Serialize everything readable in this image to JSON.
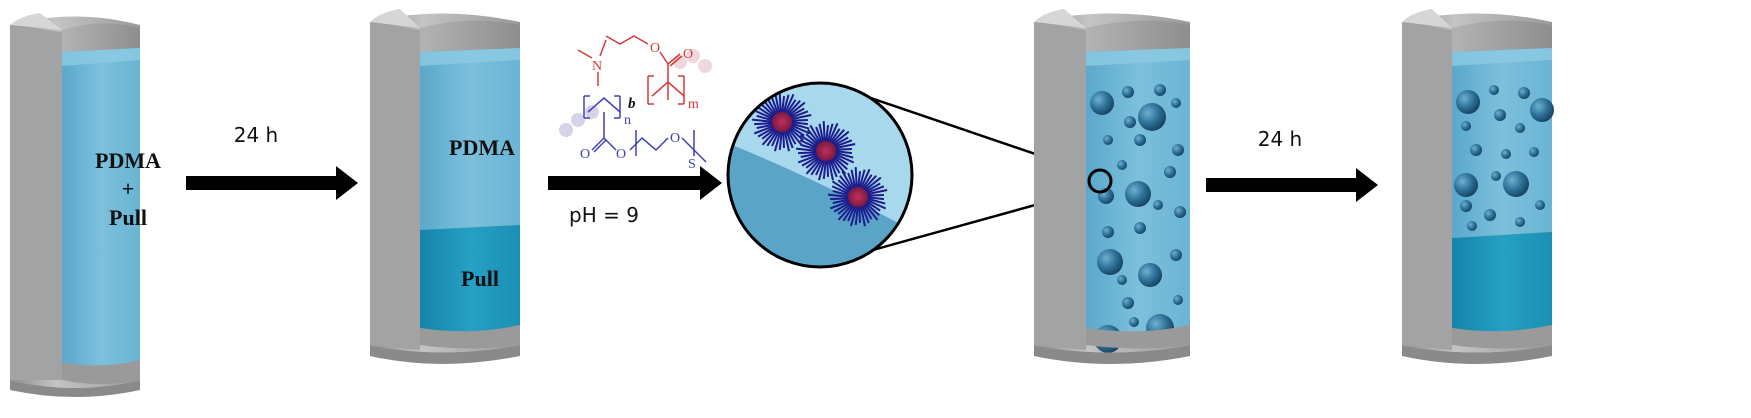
{
  "steps": {
    "step1": {
      "label_top": "PDMA",
      "label_plus": "+",
      "label_bottom": "Pull"
    },
    "arrow1": {
      "label": "24 h"
    },
    "step2": {
      "label_top": "PDMA",
      "label_bottom": "Pull"
    },
    "arrow2": {
      "label": "pH = 9"
    },
    "arrow3": {
      "label": "24 h"
    }
  },
  "chemistry": {
    "nitrogen": "N",
    "oxygen_top": "O",
    "oxygen_carbonyl_top": "O",
    "oxygen_carbonyl_bottom": "O",
    "oxygen_ester": "O",
    "oxygen_ether": "O",
    "block_marker": "b",
    "subscript_n": "n",
    "subscript_m": "m",
    "subscript_s": "S"
  },
  "colors": {
    "cylinder_gray": "#a6a6a6",
    "cylinder_dark": "#7f7f7f",
    "liquid_light": "#6fb7d6",
    "liquid_dark": "#1d94b8",
    "micelle_core": "#9a1f4a",
    "micelle_corona": "#1c1c8c",
    "droplet": "#2b6f93",
    "arrow": "#000000",
    "chem_blue": "#4141b8",
    "chem_red": "#d33a3a"
  }
}
